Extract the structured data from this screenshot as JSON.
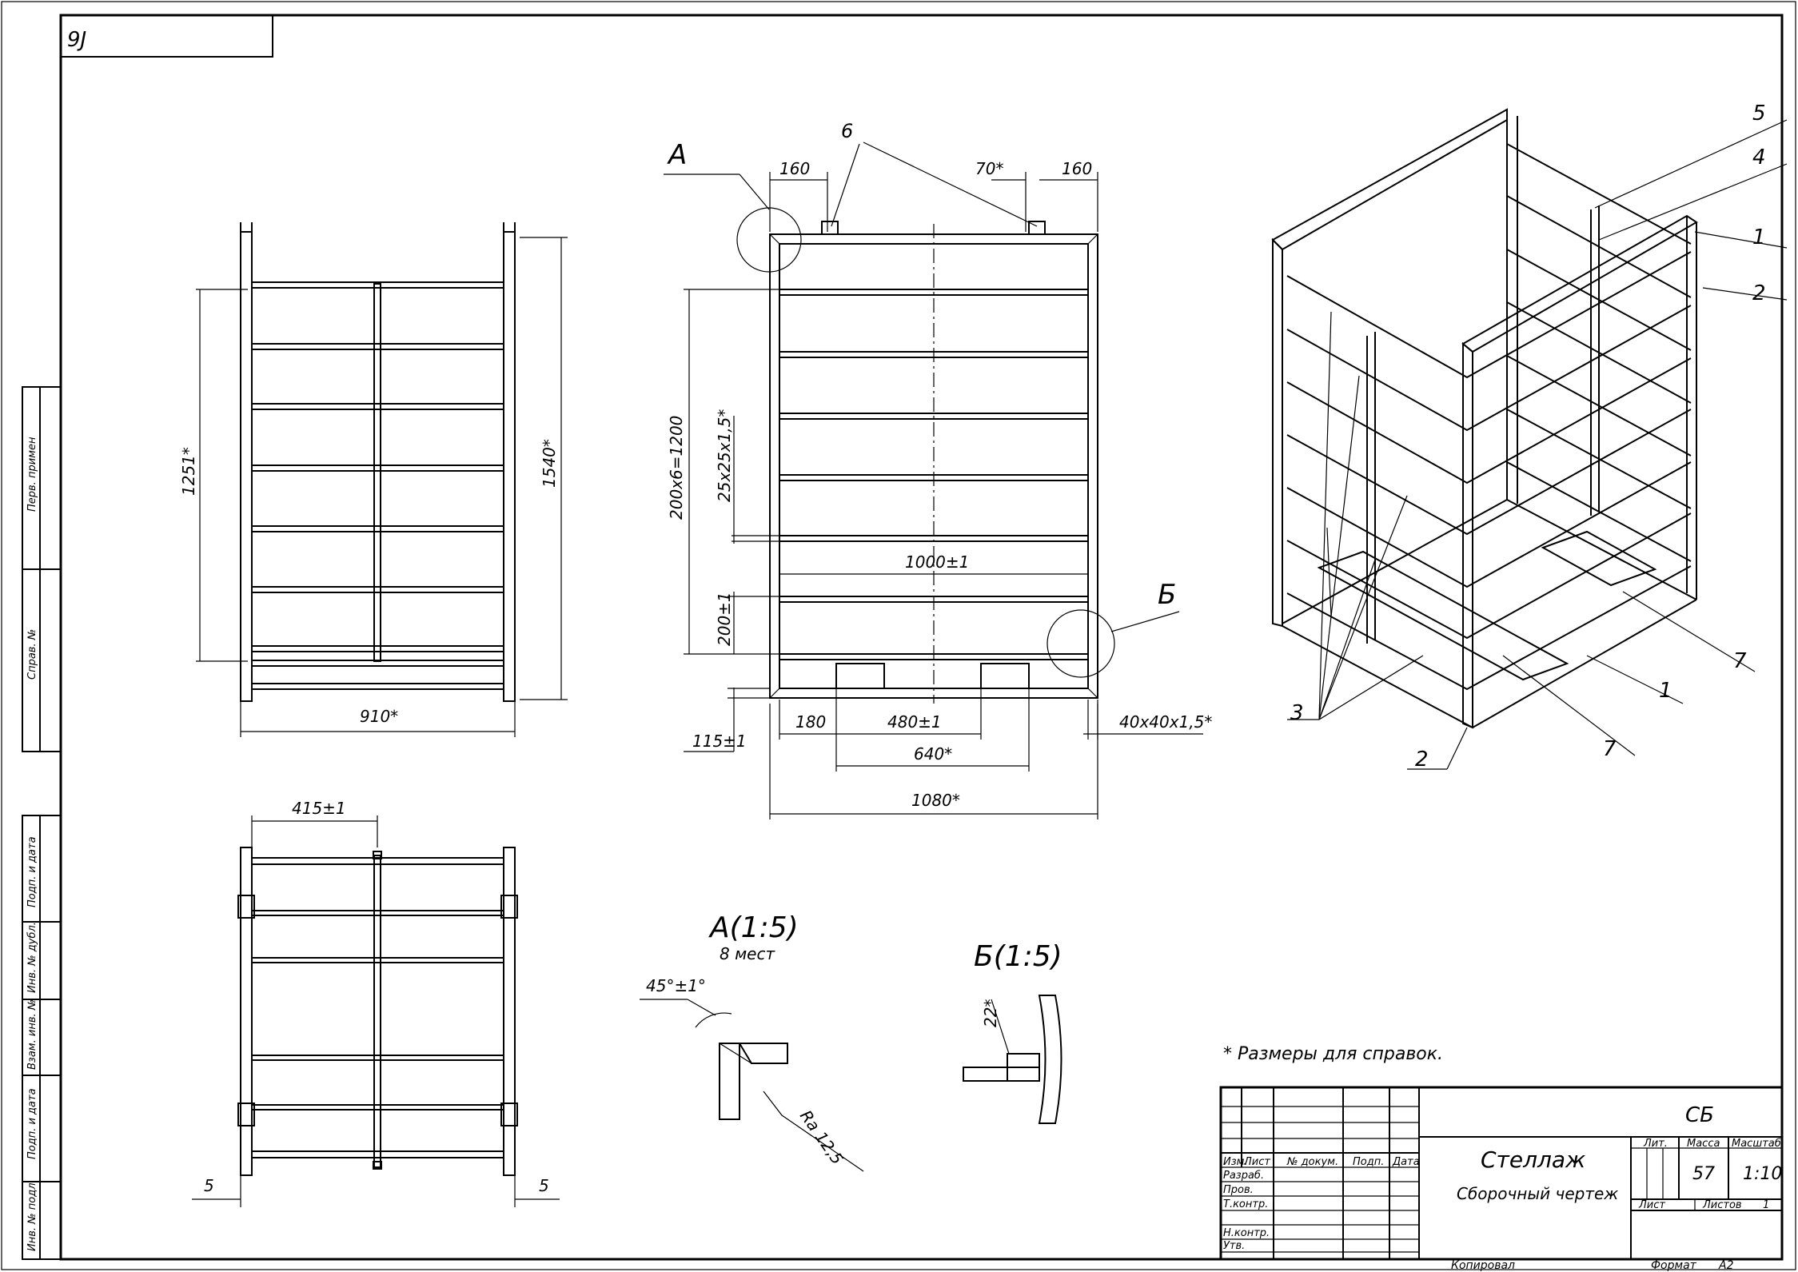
{
  "doc_code_corner": "9J",
  "side_stamp": {
    "top": [
      "Перв. примен",
      "Справ. №"
    ],
    "bottom": [
      "Подп. и дата",
      "Инв. № дубл.",
      "Взам. инв. №",
      "Подп. и дата",
      "Инв. № подл."
    ]
  },
  "side_view": {
    "dim_height_inner": "1251*",
    "dim_height_total": "1540*",
    "dim_width": "910*"
  },
  "plan_view": {
    "dim_top": "415±1",
    "dim_left": "5",
    "dim_right": "5"
  },
  "front_view": {
    "leader_a": "А",
    "leader_b": "Б",
    "pos_6": "6",
    "dim_160_left": "160",
    "dim_70": "70*",
    "dim_160_right": "160",
    "dim_pitch": "200х6=1200",
    "dim_profile_small": "25х25х1,5*",
    "dim_inner": "1000±1",
    "dim_200": "200±1",
    "dim_115": "115±1",
    "dim_180": "180",
    "dim_480": "480±1",
    "dim_profile_large": "40х40х1,5*",
    "dim_640": "640*",
    "dim_1080": "1080*"
  },
  "iso_view": {
    "pos_labels": [
      "5",
      "4",
      "1",
      "2",
      "7",
      "1",
      "7",
      "2",
      "3"
    ]
  },
  "detail_a": {
    "title": "А(1:5)",
    "subtitle": "8 мест",
    "angle": "45°±1°",
    "roughness": "Ra 12,5"
  },
  "detail_b": {
    "title": "Б(1:5)",
    "dim": "22*"
  },
  "note": "* Размеры для справок.",
  "title_block": {
    "code": "СБ",
    "name": "Стеллаж",
    "doc_type": "Сборочный чертеж",
    "col_headers": [
      "Изм.",
      "Лист",
      "№ докум.",
      "Подп.",
      "Дата"
    ],
    "row_labels": [
      "Разраб.",
      "Пров.",
      "Т.контр.",
      "",
      "Н.контр.",
      "Утв."
    ],
    "lit_label": "Лит.",
    "mass_label": "Масса",
    "scale_label": "Масштаб",
    "mass": "57",
    "scale": "1:10",
    "sheet_label": "Лист",
    "sheets_label": "Листов",
    "sheets": "1"
  },
  "footer": {
    "copied": "Копировал",
    "format_label": "Формат",
    "format": "А2"
  }
}
